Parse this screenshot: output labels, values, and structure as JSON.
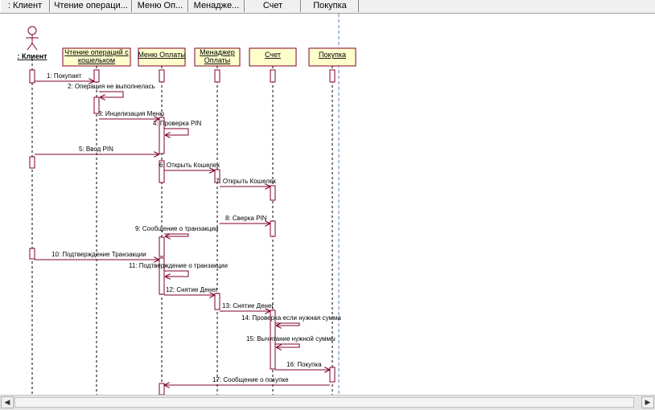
{
  "tabs": [
    ": Клиент",
    "Чтение операци...",
    "Меню Оп...",
    "Менадже...",
    "Счет",
    "Покупка"
  ],
  "colors": {
    "accent": "#800028",
    "object_fill": "#ffffcc",
    "tab_bg": "#f0f0f0"
  },
  "objects": [
    {
      "id": "client",
      "label": ": Клиент",
      "type": "actor"
    },
    {
      "id": "reader",
      "label": "Чтение операций с кошельком",
      "type": "object"
    },
    {
      "id": "menu",
      "label": "Меню Оплаты",
      "type": "object"
    },
    {
      "id": "manager",
      "label": "Менаджер Оплаты",
      "type": "object"
    },
    {
      "id": "account",
      "label": "Счет",
      "type": "object"
    },
    {
      "id": "purchase",
      "label": "Покупка",
      "type": "object"
    }
  ],
  "messages": [
    {
      "label": "1: Покупает",
      "from": "client",
      "to": "reader"
    },
    {
      "label": "2: Операция не выполнелась",
      "from": "reader",
      "to": "reader"
    },
    {
      "label": "3: Инцелизация Меню",
      "from": "reader",
      "to": "menu"
    },
    {
      "label": "4: Проверка PIN",
      "from": "menu",
      "to": "menu"
    },
    {
      "label": "5: Ввод PIN",
      "from": "client",
      "to": "menu"
    },
    {
      "label": "6: Открыть Кошелек",
      "from": "menu",
      "to": "manager"
    },
    {
      "label": "7: Открыть Кошелек",
      "from": "manager",
      "to": "account"
    },
    {
      "label": "8: Сверка PIN",
      "from": "manager",
      "to": "account"
    },
    {
      "label": "9: Сообщение о транзакции",
      "from": "menu",
      "to": "menu"
    },
    {
      "label": "10: Подтверждение Транзакции",
      "from": "client",
      "to": "menu"
    },
    {
      "label": "11: Подтверждение о транзакции",
      "from": "menu",
      "to": "menu"
    },
    {
      "label": "12: Снятие Денег",
      "from": "menu",
      "to": "manager"
    },
    {
      "label": "13: Снятие Денег",
      "from": "manager",
      "to": "account"
    },
    {
      "label": "14: Проверка если нужная сумма",
      "from": "account",
      "to": "account"
    },
    {
      "label": "15: Вычитание нужной суммы",
      "from": "account",
      "to": "account"
    },
    {
      "label": "16: Покупка",
      "from": "account",
      "to": "purchase"
    },
    {
      "label": "17: Сообщение о покупке",
      "from": "purchase",
      "to": "menu"
    }
  ]
}
